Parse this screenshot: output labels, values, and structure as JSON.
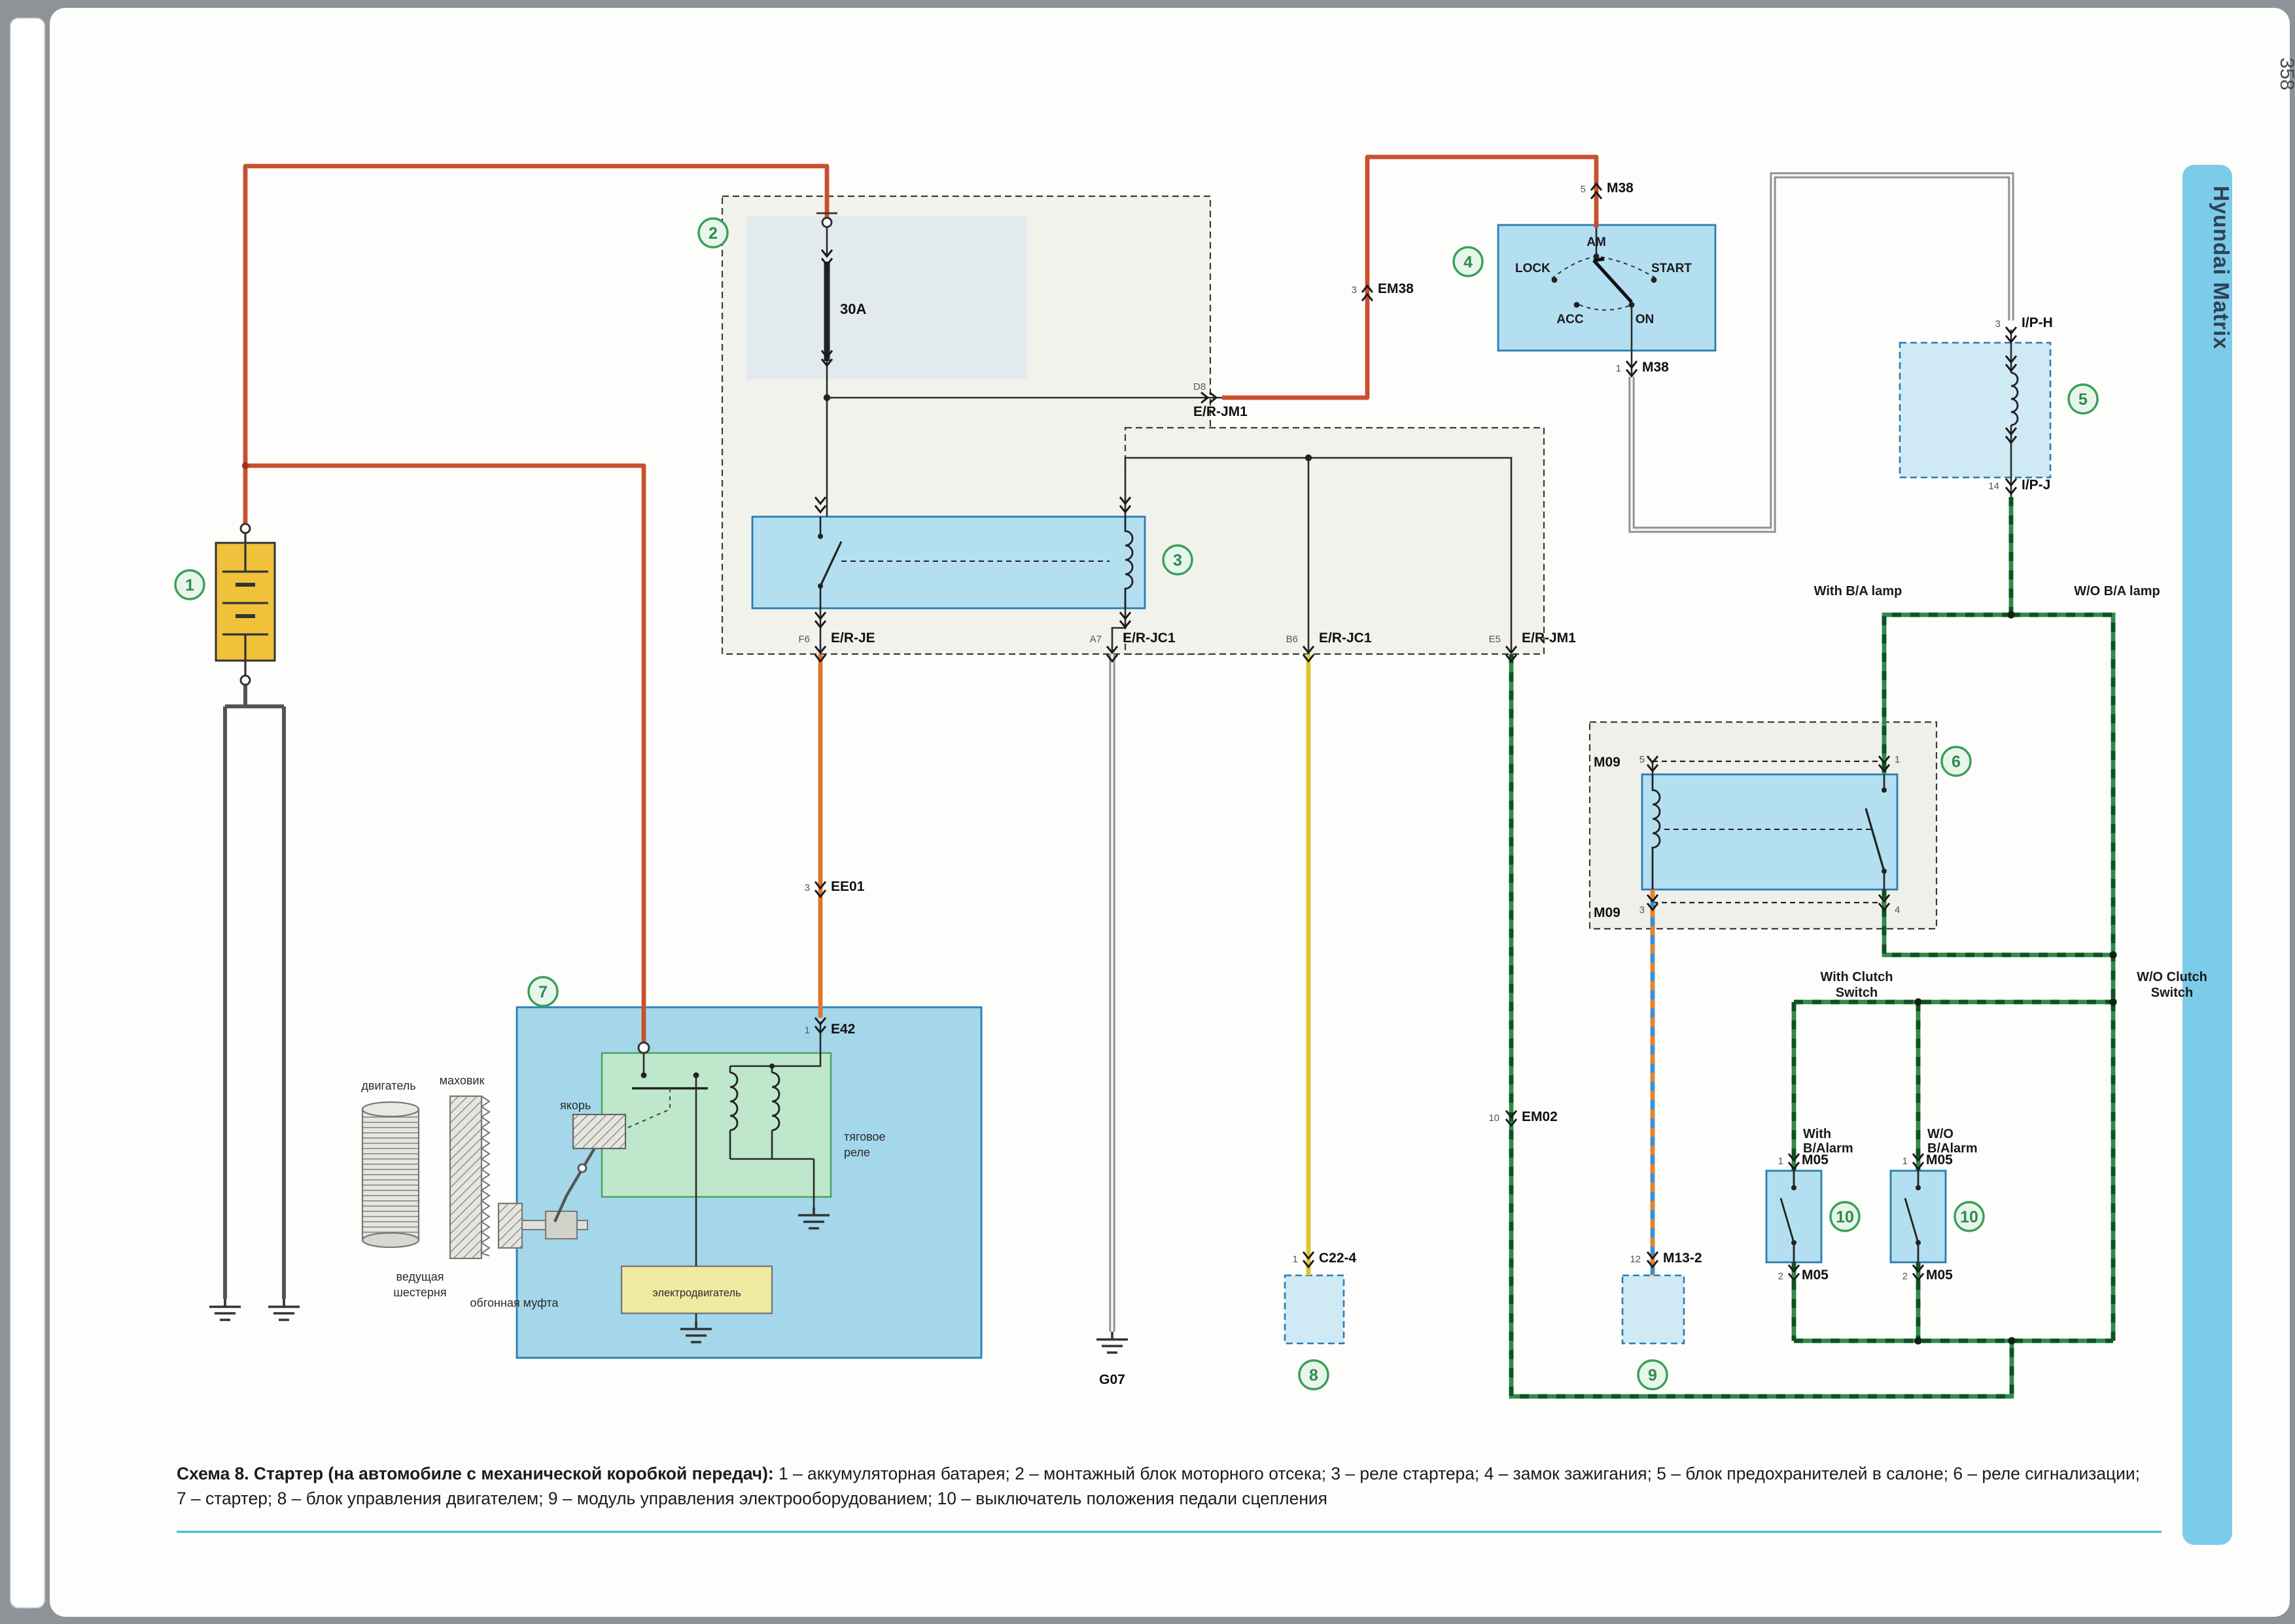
{
  "page": {
    "number": "358",
    "sidebar_title": "Hyundai Matrix"
  },
  "callouts": {
    "c1": "1",
    "c2": "2",
    "c3": "3",
    "c4": "4",
    "c5": "5",
    "c6": "6",
    "c7": "7",
    "c8": "8",
    "c9": "9",
    "c10": "10"
  },
  "fuse_box": {
    "fuse_rating": "30A"
  },
  "ignition": {
    "am": "AM",
    "lock": "LOCK",
    "start": "START",
    "acc": "ACC",
    "on": "ON"
  },
  "connectors": {
    "m38_top": {
      "pin": "5",
      "label": "M38"
    },
    "em38": {
      "pin": "3",
      "label": "EM38"
    },
    "er_jm1_d8": {
      "pin": "D8",
      "label": "E/R-JM1"
    },
    "m38_bottom": {
      "pin": "1",
      "label": "M38"
    },
    "ip_h": {
      "pin": "3",
      "label": "I/P-H"
    },
    "ip_j": {
      "pin": "14",
      "label": "I/P-J"
    },
    "er_je": {
      "pin": "F6",
      "label": "E/R-JE"
    },
    "er_jc1_a7": {
      "pin": "A7",
      "label": "E/R-JC1"
    },
    "er_jc1_b6": {
      "pin": "B6",
      "label": "E/R-JC1"
    },
    "er_jm1_e5": {
      "pin": "E5",
      "label": "E/R-JM1"
    },
    "ee01": {
      "pin": "3",
      "label": "EE01"
    },
    "e42": {
      "pin": "1",
      "label": "E42"
    },
    "em02": {
      "pin": "10",
      "label": "EM02"
    },
    "c22_4": {
      "pin": "1",
      "label": "C22-4"
    },
    "m13_2": {
      "pin": "12",
      "label": "M13-2"
    },
    "g07": {
      "label": "G07"
    },
    "m09_top": {
      "label": "M09",
      "pin": "5"
    },
    "m09_bottom": {
      "label": "M09",
      "pin": "3"
    },
    "m09_pin1": {
      "pin": "1"
    },
    "m09_pin4": {
      "pin": "4"
    },
    "m05_left_top": {
      "pin": "1",
      "label": "M05"
    },
    "m05_left_bottom": {
      "pin": "2",
      "label": "M05"
    },
    "m05_right_top": {
      "pin": "1",
      "label": "M05"
    },
    "m05_right_bottom": {
      "pin": "2",
      "label": "M05"
    }
  },
  "conditions": {
    "with_ba_lamp": "With B/A lamp",
    "wo_ba_lamp": "W/O B/A lamp",
    "with_clutch_line1": "With Clutch",
    "with_clutch_line2": "Switch",
    "wo_clutch_line1": "W/O Clutch",
    "wo_clutch_line2": "Switch",
    "with_balarm_line1": "With",
    "with_balarm_line2": "B/Alarm",
    "wo_balarm_line1": "W/O",
    "wo_balarm_line2": "B/Alarm"
  },
  "starter": {
    "engine": "двигатель",
    "flywheel": "маховик",
    "armature": "якорь",
    "solenoid_line1": "тяговое",
    "solenoid_line2": "реле",
    "motor": "электродвигатель",
    "drive_gear_line1": "ведущая",
    "drive_gear_line2": "шестерня",
    "overrun_clutch": "обгонная муфта"
  },
  "caption": {
    "bold": "Схема 8. Стартер (на автомобиле с механической коробкой передач):",
    "rest": " 1 – аккумуляторная батарея; 2 – монтажный блок моторного отсека; 3 – реле стартера; 4 – замок зажигания; 5 – блок предохранителей в салоне; 6 – реле сигнализации;",
    "line2": "7 – стартер; 8 – блок управления двигателем; 9 – модуль управления электрооборудованием; 10 – выключатель положения педали сцепления"
  },
  "colors": {
    "power_wire": "#c8502e",
    "solenoid_wire": "#e0762c",
    "signal_yellow": "#e2c431",
    "green_wire": "#2f8b47",
    "green_dash": "#0d5226",
    "blue_wire": "#3f8fd2",
    "orange_dash": "#e6832e",
    "gray_wire": "#8f8f8f",
    "sidebar": "#7ccbe9",
    "accent_green": "#3aa05a"
  }
}
